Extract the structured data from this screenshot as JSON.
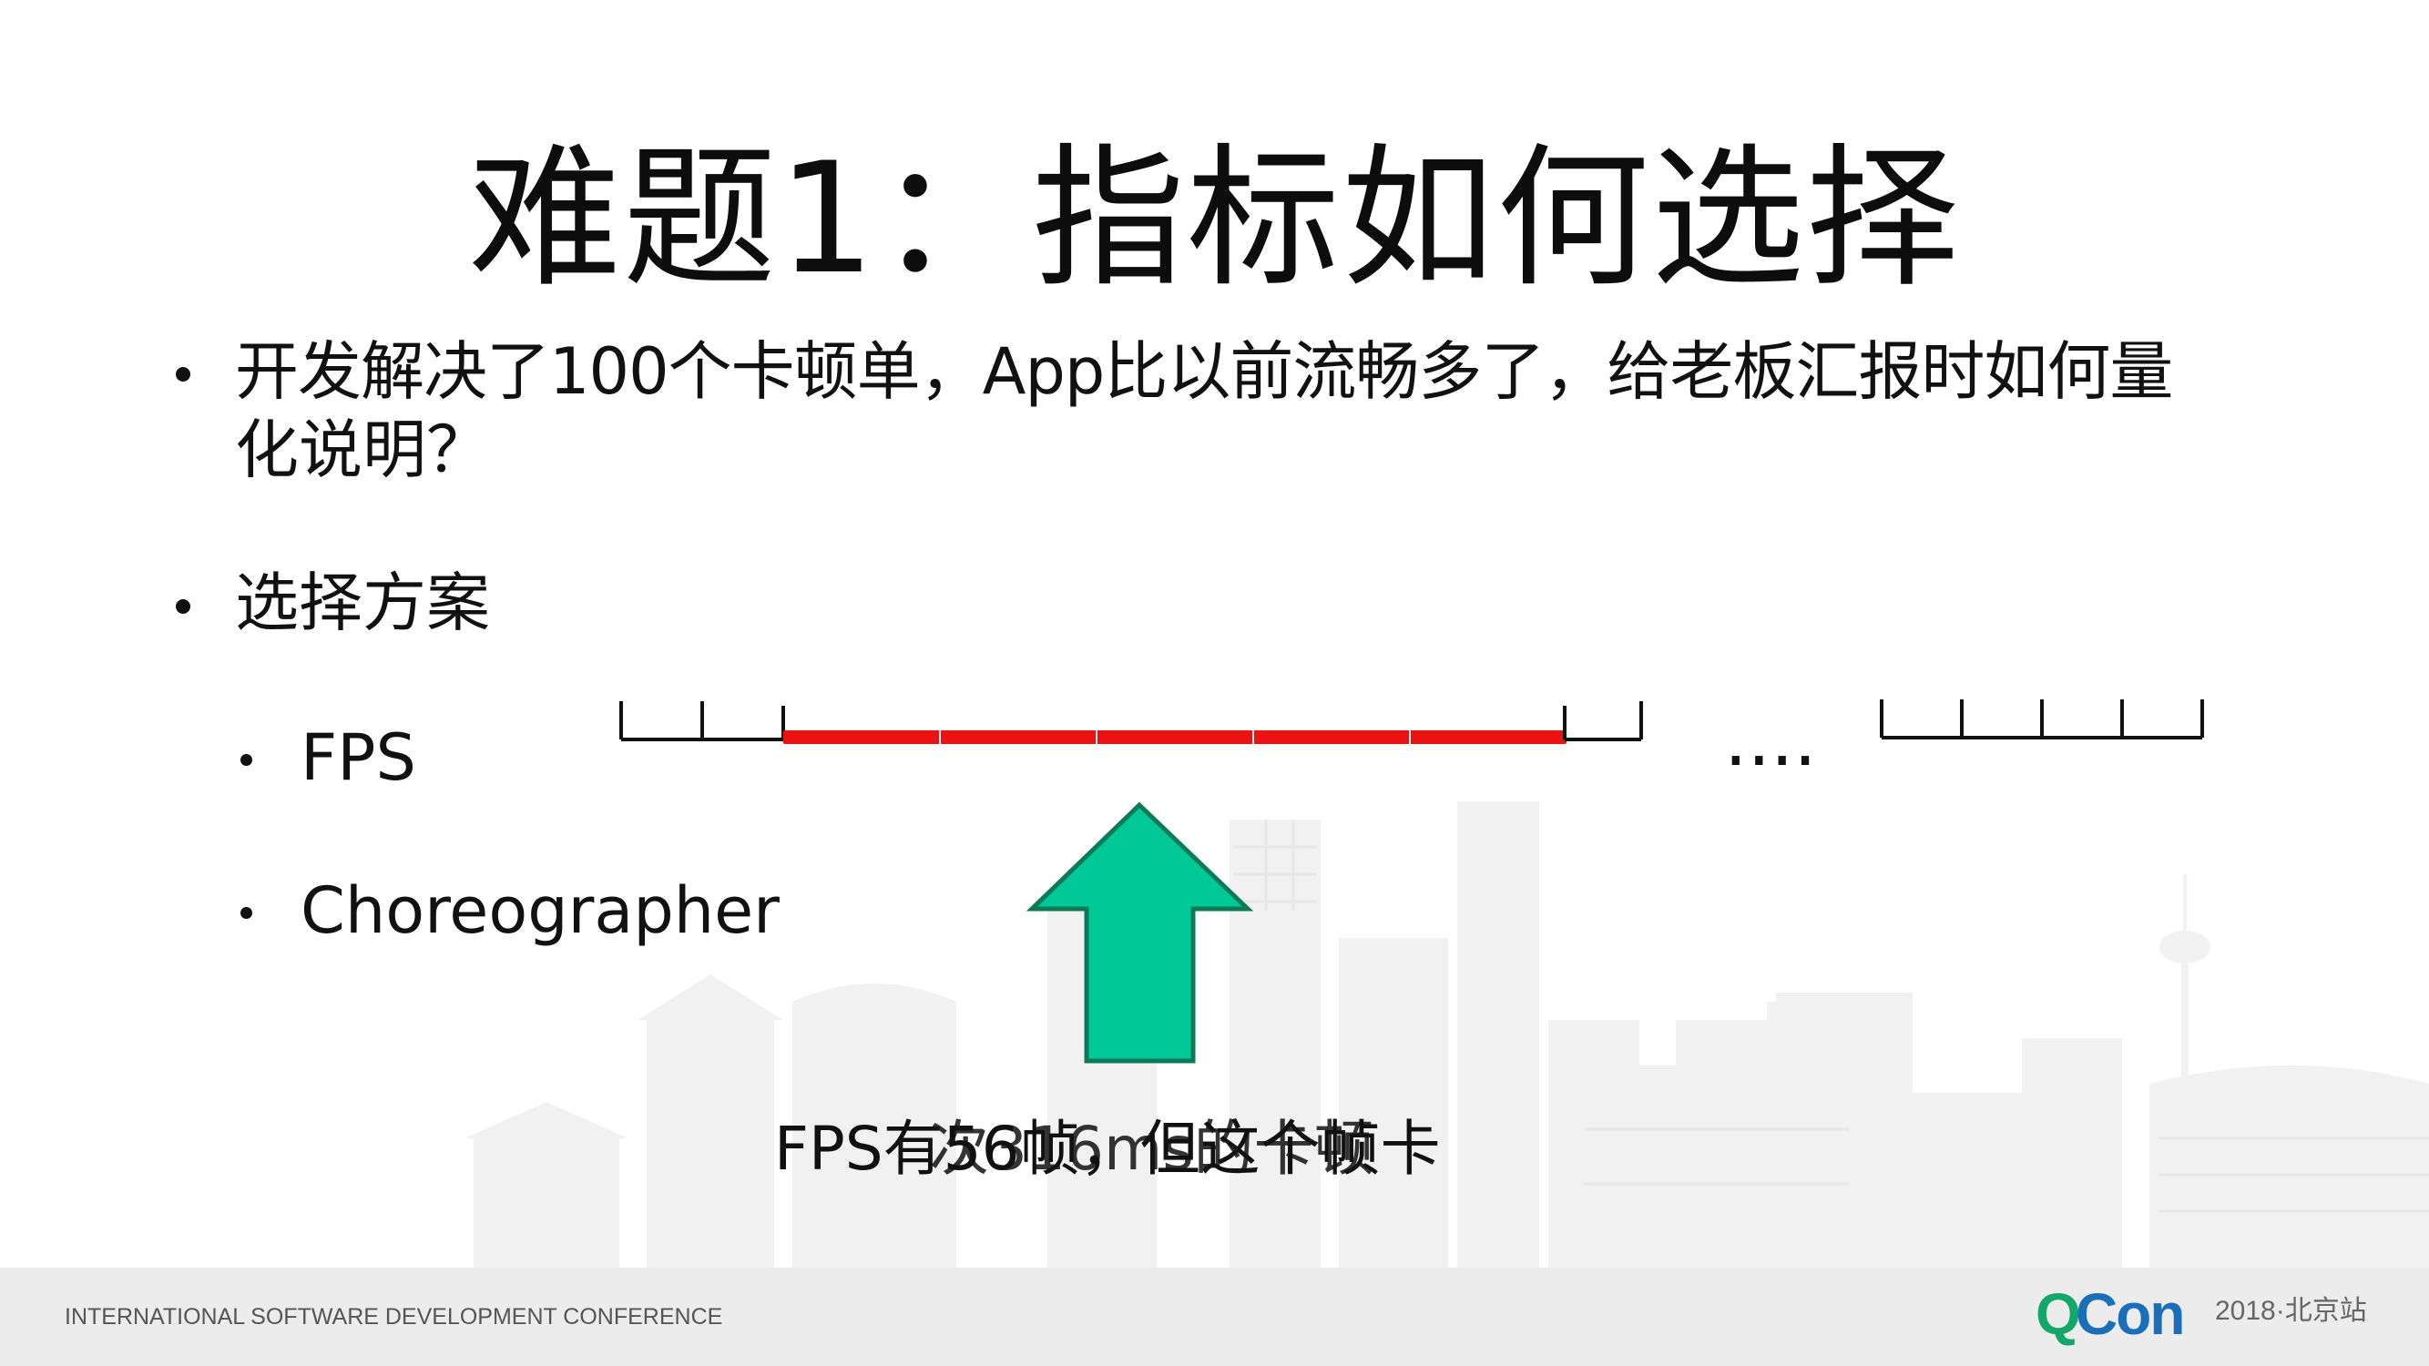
{
  "slide": {
    "title": "难题1：指标如何选择",
    "bullets": {
      "question_line1": "开发解决了100个卡顿单，App比以前流畅多了，给老板汇报时如何量",
      "question_line2": "化说明？",
      "options_heading": "选择方案",
      "option_fps": "FPS",
      "option_choreographer": "Choreographer"
    },
    "diagram": {
      "ellipsis": "....",
      "highlight_color": "#ee1111",
      "arrow_color": "#00c896",
      "arrow_border_color": "#0a7a57"
    },
    "caption": "FPS有56帧，但这个帧卡",
    "caption_overlay": "次316ms的卡顿",
    "footer": {
      "conference": "INTERNATIONAL SOFTWARE DEVELOPMENT CONFERENCE",
      "logo_q": "Q",
      "logo_con": "Con",
      "edition": "2018·北京站"
    }
  }
}
